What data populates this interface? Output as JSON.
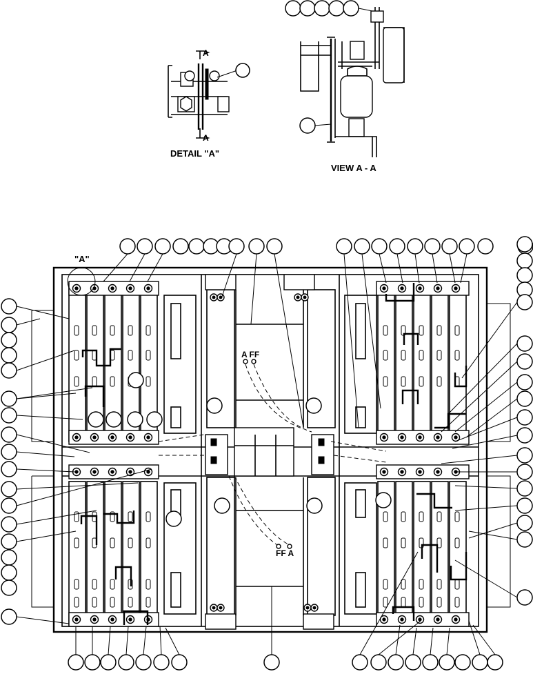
{
  "labels": {
    "detail_title": "DETAIL \"A\"",
    "view_title": "VIEW A - A",
    "detail_marker": "\"A\"",
    "section_letter": "A",
    "circuit_top": "A FF",
    "circuit_bottom": "FF A"
  },
  "colors": {
    "ink": "#000000",
    "paper": "#ffffff"
  }
}
